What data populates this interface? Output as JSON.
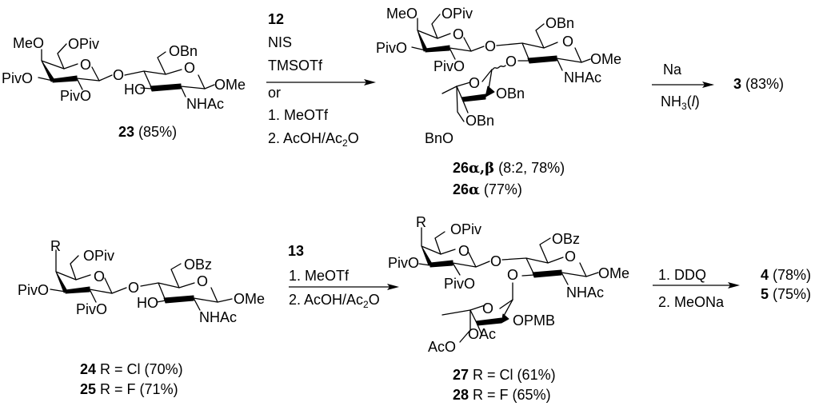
{
  "scheme": {
    "top": {
      "start": {
        "labels": {
          "meo": "MeO",
          "opiv6": "OPiv",
          "pivo3": "PivO",
          "pivo2": "PivO",
          "glyco": "O",
          "ring1_o": "O",
          "obn6": "OBn",
          "ring2_o": "O",
          "ho": "HO",
          "ome": "OMe",
          "nhac": "NHAc"
        },
        "compound": "23",
        "yield": "(85%)"
      },
      "step1": {
        "above": [
          "12",
          "NIS",
          "TMSOTf"
        ],
        "below": [
          "or",
          "1. MeOTf",
          "2. AcOH/Ac",
          "2",
          "O"
        ]
      },
      "product": {
        "labels": {
          "meo": "MeO",
          "opiv6": "OPiv",
          "pivo3": "PivO",
          "pivo2": "PivO",
          "glyco": "O",
          "ring1_o": "O",
          "obn6": "OBn",
          "ring2_o": "O",
          "o3": "O",
          "ome": "OMe",
          "nhac": "NHAc",
          "fuc_o": "O",
          "obn2f": "OBn",
          "obn3f": "OBn",
          "bno4f": "BnO"
        },
        "compound_a": "26",
        "compound_a_suffix": "α,β",
        "yield_a": "(8:2, 78%)",
        "compound_b": "26",
        "compound_b_suffix": "α",
        "yield_b": "(77%)"
      },
      "step2": {
        "above": "Na",
        "below_main": "NH",
        "below_sub": "3",
        "below_paren_open": "(",
        "below_italic": "l",
        "below_paren_close": ")"
      },
      "final": {
        "compound": "3",
        "yield": "(83%)"
      }
    },
    "bottom": {
      "start": {
        "labels": {
          "r": "R",
          "opiv6": "OPiv",
          "pivo3": "PivO",
          "pivo2": "PivO",
          "glyco": "O",
          "ring1_o": "O",
          "obz6": "OBz",
          "ring2_o": "O",
          "ho": "HO",
          "ome": "OMe",
          "nhac": "NHAc"
        },
        "compounds": [
          {
            "id": "24",
            "text": "R = Cl (70%)"
          },
          {
            "id": "25",
            "text": "R = F (71%)"
          }
        ]
      },
      "step1": {
        "above": [
          "13",
          "1. MeOTf"
        ],
        "below": [
          "2. AcOH/Ac",
          "2",
          "O"
        ]
      },
      "product": {
        "labels": {
          "r": "R",
          "opiv6": "OPiv",
          "pivo3": "PivO",
          "pivo2": "PivO",
          "glyco": "O",
          "ring1_o": "O",
          "obz6": "OBz",
          "ring2_o": "O",
          "o3": "O",
          "ome": "OMe",
          "nhac": "NHAc",
          "fuc_o": "O",
          "opmb": "OPMB",
          "oac3": "OAc",
          "aco4": "AcO"
        },
        "compounds": [
          {
            "id": "27",
            "text": "R = Cl (61%)"
          },
          {
            "id": "28",
            "text": "R = F (65%)"
          }
        ]
      },
      "step2": {
        "above": "1. DDQ",
        "below": "2. MeONa"
      },
      "final": [
        {
          "id": "4",
          "yield": "(78%)"
        },
        {
          "id": "5",
          "yield": "(75%)"
        }
      ]
    }
  }
}
